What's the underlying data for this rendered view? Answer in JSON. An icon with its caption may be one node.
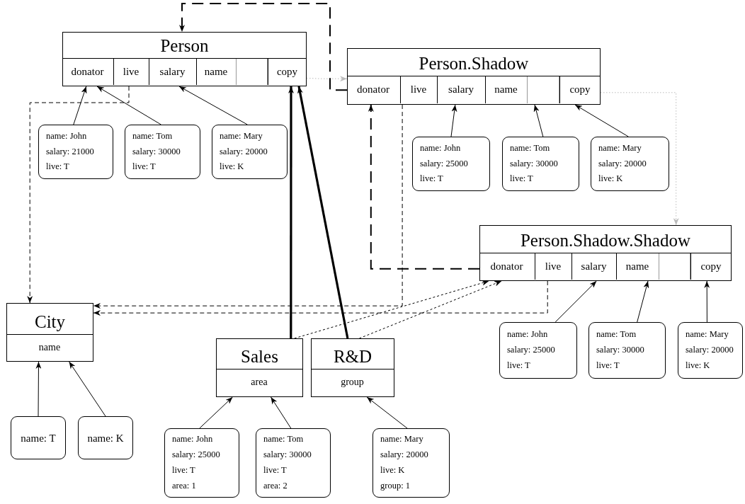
{
  "diagram": {
    "nodes": [
      {
        "text": [
          "Person"
        ]
      },
      {
        "text": [
          "donator"
        ],
        "in": 0
      },
      {
        "text": [
          "live"
        ],
        "in": 0
      },
      {
        "text": [
          "salary"
        ],
        "in": 0
      },
      {
        "text": [
          "name"
        ],
        "in": 0
      },
      {
        "text": [],
        "shape": "box",
        "in": 0
      },
      {
        "text": [
          "copy"
        ],
        "in": 0
      },
      {
        "text": [
          "Person.Shadow"
        ]
      },
      {
        "text": [
          "donator"
        ],
        "in": 7
      },
      {
        "text": [
          "live"
        ],
        "in": 7
      },
      {
        "text": [
          "salary"
        ],
        "in": 7
      },
      {
        "text": [
          "name"
        ],
        "in": 7
      },
      {
        "text": [],
        "shape": "box",
        "in": 7
      },
      {
        "text": [
          "copy"
        ],
        "in": 7
      },
      {
        "text": [
          "Person.Shadow.Shadow"
        ]
      },
      {
        "text": [
          "donator"
        ],
        "in": 14
      },
      {
        "text": [
          "live"
        ],
        "in": 14
      },
      {
        "text": [
          "salary"
        ],
        "in": 14
      },
      {
        "text": [
          "name"
        ],
        "in": 14
      },
      {
        "text": [],
        "shape": "box",
        "in": 14
      },
      {
        "text": [
          "copy"
        ],
        "in": 14
      },
      {
        "text": [
          "City"
        ]
      },
      {
        "text": [
          "name"
        ],
        "in": 21
      },
      {
        "text": [
          "Sales"
        ]
      },
      {
        "text": [
          "area"
        ],
        "in": 23
      },
      {
        "text": [
          "R&D"
        ]
      },
      {
        "text": [
          "group"
        ],
        "in": 25
      },
      {
        "text": [
          "name: John",
          "salary: 21000",
          "live: T"
        ]
      },
      {
        "text": [
          "name: Tom",
          "salary: 30000",
          "live: T"
        ]
      },
      {
        "text": [
          "name: Mary",
          "salary: 20000",
          "live: K"
        ]
      },
      {
        "text": [
          "name: John",
          "salary: 25000",
          "live: T"
        ]
      },
      {
        "text": [
          "name: Tom",
          "salary: 30000",
          "live: T"
        ]
      },
      {
        "text": [
          "name: Mary",
          "salary: 20000",
          "live: K"
        ]
      },
      {
        "text": [
          "name: John",
          "salary: 25000",
          "live: T"
        ]
      },
      {
        "text": [
          "name: Tom",
          "salary: 30000",
          "live: T"
        ]
      },
      {
        "text": [
          "name: Mary",
          "salary: 20000",
          "live: K"
        ]
      },
      {
        "text": [
          "name: T"
        ]
      },
      {
        "text": [
          "name: K"
        ]
      },
      {
        "text": [
          "name: John",
          "salary: 25000",
          "live: T",
          "area: 1"
        ]
      },
      {
        "text": [
          "name: Tom",
          "salary: 30000",
          "live: T",
          "area: 2"
        ]
      },
      {
        "text": [
          "name: Mary",
          "salary: 20000",
          "live: K",
          "group: 1"
        ]
      }
    ],
    "edges": [
      {
        "from": 27,
        "to": 1,
        "arrow": "to"
      },
      {
        "from": 28,
        "to": 1,
        "arrow": "to"
      },
      {
        "from": 29,
        "to": 3,
        "arrow": "to"
      },
      {
        "from": 30,
        "to": 10,
        "arrow": "to"
      },
      {
        "from": 31,
        "to": 12,
        "arrow": "to"
      },
      {
        "from": 32,
        "to": 13,
        "arrow": "to"
      },
      {
        "from": 33,
        "to": 17,
        "arrow": "to"
      },
      {
        "from": 34,
        "to": 18,
        "arrow": "to"
      },
      {
        "from": 35,
        "to": 20,
        "arrow": "to"
      },
      {
        "from": 36,
        "to": 22,
        "arrow": "to"
      },
      {
        "from": 37,
        "to": 22,
        "arrow": "to"
      },
      {
        "from": 38,
        "to": 24,
        "arrow": "to"
      },
      {
        "from": 39,
        "to": 24,
        "arrow": "to"
      },
      {
        "from": 40,
        "to": 26,
        "arrow": "to"
      },
      {
        "from": 23,
        "to": 6,
        "arrow": "to",
        "style": "thick"
      },
      {
        "from": 25,
        "to": 6,
        "arrow": "to",
        "style": "thick"
      },
      {
        "from": 2,
        "to": 21,
        "arrow": "to",
        "style": "dashed"
      },
      {
        "from": 6,
        "to": 8,
        "arrow": "to",
        "style": "dashed",
        "color": "#bbbbbb"
      },
      {
        "from": 13,
        "to": 14,
        "arrow": "to",
        "style": "dashed",
        "color": "#bbbbbb"
      },
      {
        "from": 8,
        "to": 0,
        "arrow": "to",
        "style": "dashed"
      },
      {
        "from": 15,
        "to": 8,
        "arrow": "to",
        "style": "dashed"
      },
      {
        "from": 9,
        "to": 21,
        "arrow": "to",
        "style": "dashed"
      },
      {
        "from": 16,
        "to": 21,
        "arrow": "to",
        "style": "dashed"
      },
      {
        "from": 23,
        "to": 15,
        "arrow": "to",
        "style": "dashed"
      },
      {
        "from": 25,
        "to": 15,
        "arrow": "to",
        "style": "dashed"
      }
    ]
  }
}
